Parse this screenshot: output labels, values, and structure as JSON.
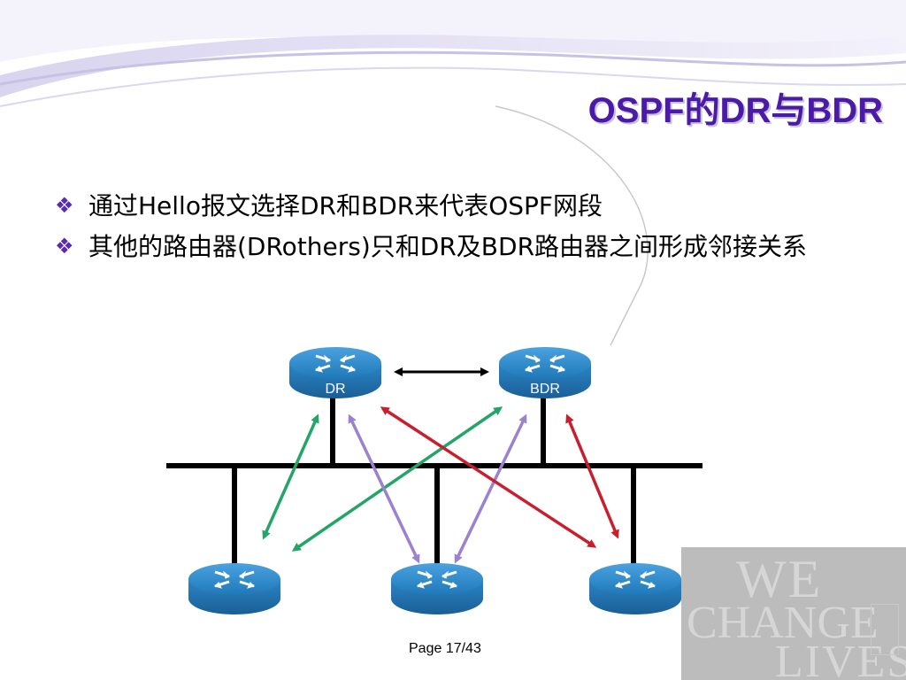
{
  "slide": {
    "title": "OSPF的DR与BDR",
    "bullets": [
      "通过Hello报文选择DR和BDR来代表OSPF网段",
      "其他的路由器(DRothers)只和DR及BDR路由器之间形成邻接关系"
    ],
    "bullet_icon": "diamond-cluster-icon",
    "page_number": "Page 17/43"
  },
  "diagram": {
    "routers": [
      {
        "id": "dr",
        "label": "DR"
      },
      {
        "id": "bdr",
        "label": "BDR"
      },
      {
        "id": "drother-1",
        "label": ""
      },
      {
        "id": "drother-2",
        "label": ""
      },
      {
        "id": "drother-3",
        "label": ""
      }
    ],
    "arrow_colors": {
      "green": "#22a566",
      "purple": "#9b82cf",
      "red": "#c81e2d",
      "black": "#000000"
    }
  },
  "logo": {
    "line1": "WE",
    "line2": "CHANGE",
    "line3": "LIVES",
    "seal_icon": "seal-stamp-icon"
  },
  "colors": {
    "title": "#4b1aa8",
    "accent": "#5a2bb0",
    "router_blue": "#2b86c7"
  }
}
